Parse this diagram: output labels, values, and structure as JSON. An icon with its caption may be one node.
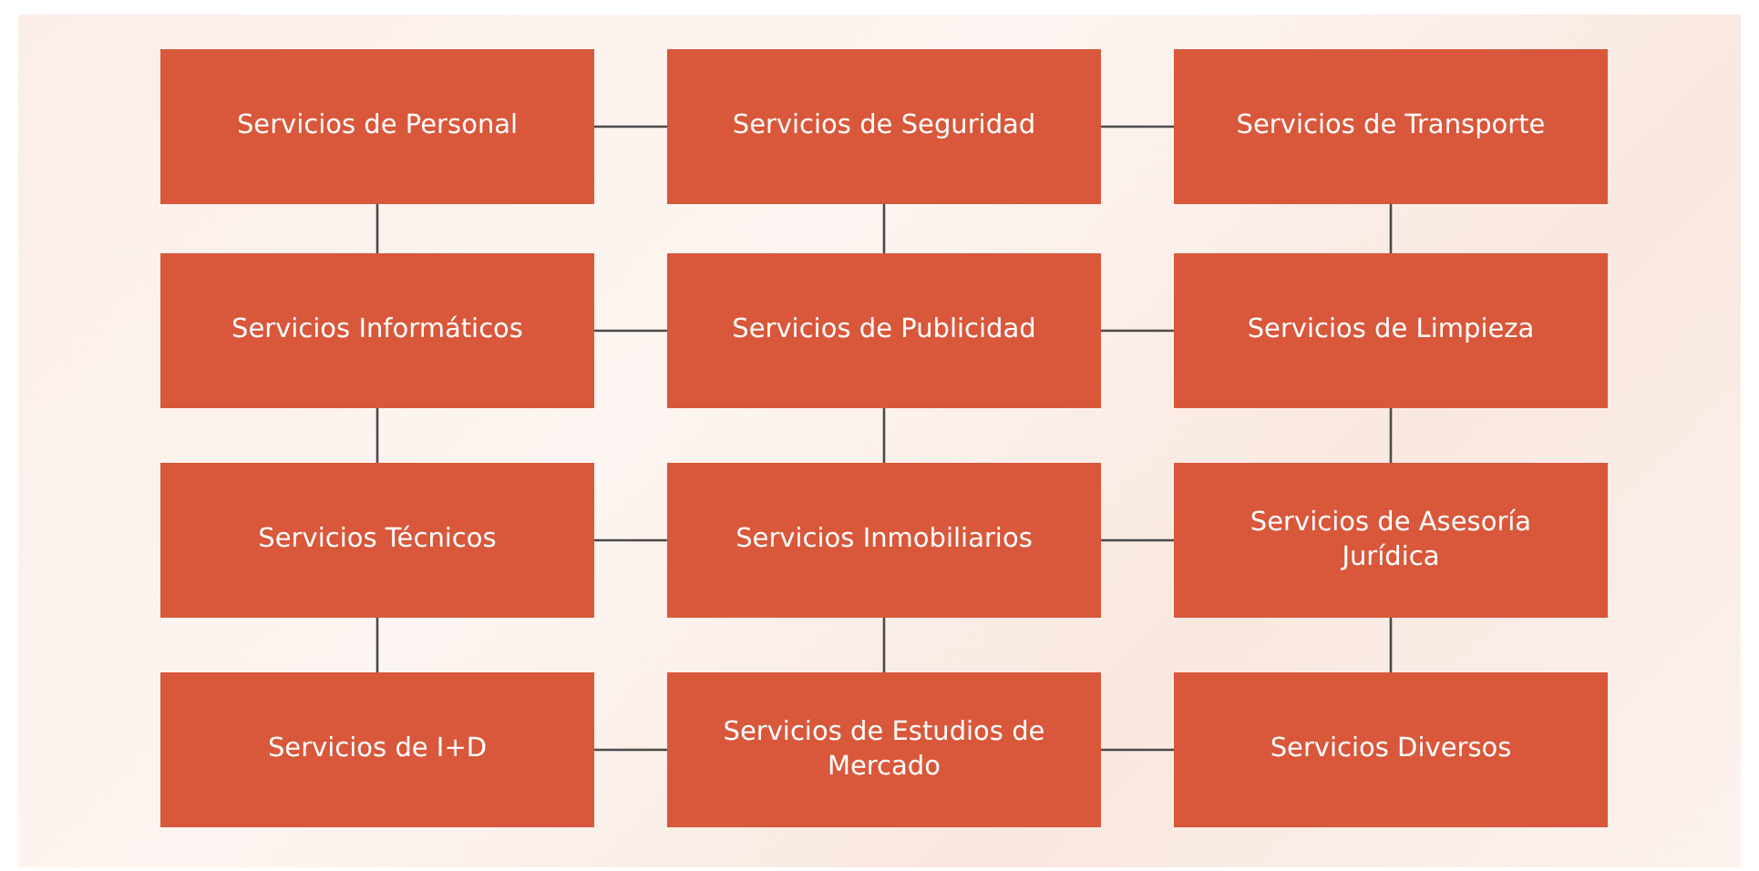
{
  "diagram": {
    "nodes": [
      {
        "text": [
          "Servicios de Personal"
        ]
      },
      {
        "text": [
          "Servicios de Seguridad"
        ]
      },
      {
        "text": [
          "Servicios de Transporte"
        ]
      },
      {
        "text": [
          "Servicios Informáticos"
        ]
      },
      {
        "text": [
          "Servicios de Publicidad"
        ]
      },
      {
        "text": [
          "Servicios de Limpieza"
        ]
      },
      {
        "text": [
          "Servicios Técnicos"
        ]
      },
      {
        "text": [
          "Servicios Inmobiliarios"
        ]
      },
      {
        "text": [
          "Servicios de Asesoría Jurídica"
        ]
      },
      {
        "text": [
          "Servicios de I+D"
        ]
      },
      {
        "text": [
          "Servicios de Estudios de Mercado"
        ]
      },
      {
        "text": [
          "Servicios Diversos"
        ]
      }
    ],
    "edges": [
      {
        "from": 0,
        "to": 1,
        "arrow": "none"
      },
      {
        "from": 1,
        "to": 2,
        "arrow": "none"
      },
      {
        "from": 3,
        "to": 4,
        "arrow": "none"
      },
      {
        "from": 4,
        "to": 5,
        "arrow": "none"
      },
      {
        "from": 6,
        "to": 7,
        "arrow": "none"
      },
      {
        "from": 7,
        "to": 8,
        "arrow": "none"
      },
      {
        "from": 9,
        "to": 10,
        "arrow": "none"
      },
      {
        "from": 10,
        "to": 11,
        "arrow": "none"
      },
      {
        "from": 0,
        "to": 3,
        "arrow": "none"
      },
      {
        "from": 3,
        "to": 6,
        "arrow": "none"
      },
      {
        "from": 6,
        "to": 9,
        "arrow": "none"
      },
      {
        "from": 1,
        "to": 4,
        "arrow": "none"
      },
      {
        "from": 4,
        "to": 7,
        "arrow": "none"
      },
      {
        "from": 7,
        "to": 10,
        "arrow": "none"
      },
      {
        "from": 2,
        "to": 5,
        "arrow": "none"
      },
      {
        "from": 5,
        "to": 8,
        "arrow": "none"
      },
      {
        "from": 8,
        "to": 11,
        "arrow": "none"
      }
    ]
  }
}
